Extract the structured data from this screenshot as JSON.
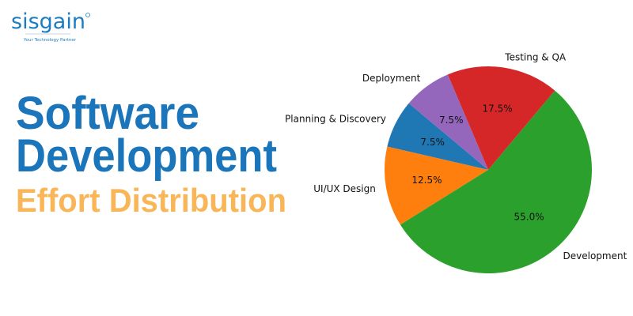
{
  "logo": {
    "name": "sisgain",
    "tagline": "Your Technology Partner",
    "color": "#1a7dc2"
  },
  "title": {
    "line1": "Software",
    "line2": "Development",
    "line3": "Effort Distribution",
    "line12_color": "#1a75bb",
    "line3_color": "#f9b658"
  },
  "chart_data": {
    "type": "pie",
    "start_angle_deg": 140,
    "direction": "counterclockwise",
    "slices": [
      {
        "label": "Planning & Discovery",
        "value": 7.5,
        "pct_label": "7.5%",
        "color": "#1f77b4"
      },
      {
        "label": "UI/UX Design",
        "value": 12.5,
        "pct_label": "12.5%",
        "color": "#ff7f0e"
      },
      {
        "label": "Development",
        "value": 55.0,
        "pct_label": "55.0%",
        "color": "#2ca02c"
      },
      {
        "label": "Testing & QA",
        "value": 17.5,
        "pct_label": "17.5%",
        "color": "#d62728"
      },
      {
        "label": "Deployment",
        "value": 7.5,
        "pct_label": "7.5%",
        "color": "#9467bd"
      }
    ]
  }
}
